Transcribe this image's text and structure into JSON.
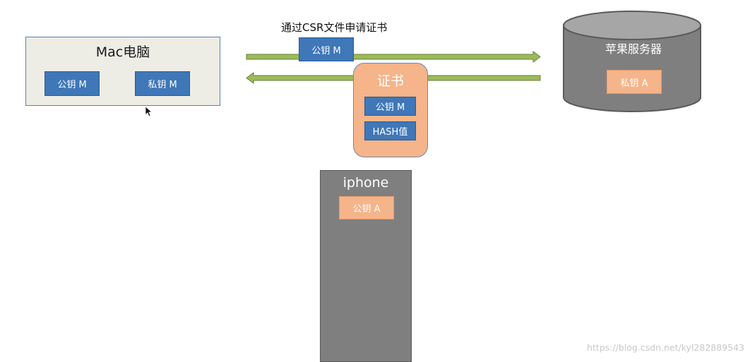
{
  "mac": {
    "title": "Mac电脑",
    "public_key": "公钥 M",
    "private_key": "私钥 M"
  },
  "transfer": {
    "csr_label": "通过CSR文件申请证书",
    "public_key": "公钥 M"
  },
  "certificate": {
    "title": "证书",
    "public_key": "公钥 M",
    "hash": "HASH值"
  },
  "server": {
    "title": "苹果服务器",
    "private_key": "私钥 A"
  },
  "iphone": {
    "title": "iphone",
    "public_key": "公钥 A"
  },
  "watermark": "https://blog.csdn.net/kyl282889543",
  "colors": {
    "key_blue": "#3f77b8",
    "key_orange": "#f5b48a",
    "arrow_green": "#9bbb59",
    "server_gray": "#7f7f7f"
  }
}
